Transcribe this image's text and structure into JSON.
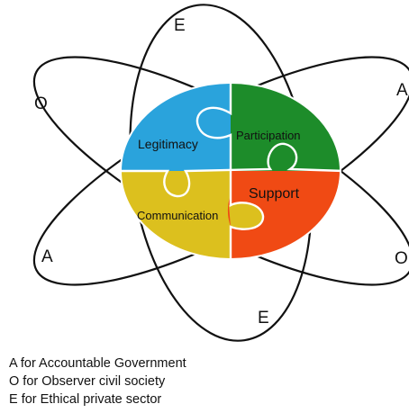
{
  "diagram": {
    "orbit_letters": {
      "top": "E",
      "upper_left": "O",
      "upper_right": "A",
      "lower_left": "A",
      "lower_right": "O",
      "bottom": "E"
    },
    "pieces": {
      "top_left": {
        "label": "Legitimacy",
        "color": "#2aa3dc"
      },
      "top_right": {
        "label": "Participation",
        "color": "#1d8c2a"
      },
      "bottom_right": {
        "label": "Support",
        "color": "#f04a14"
      },
      "bottom_left": {
        "label": "Communication",
        "color": "#dcc01e"
      }
    }
  },
  "legend": {
    "lines": [
      "A for Accountable Government",
      "O  for Observer civil society",
      "E for Ethical private sector"
    ]
  }
}
